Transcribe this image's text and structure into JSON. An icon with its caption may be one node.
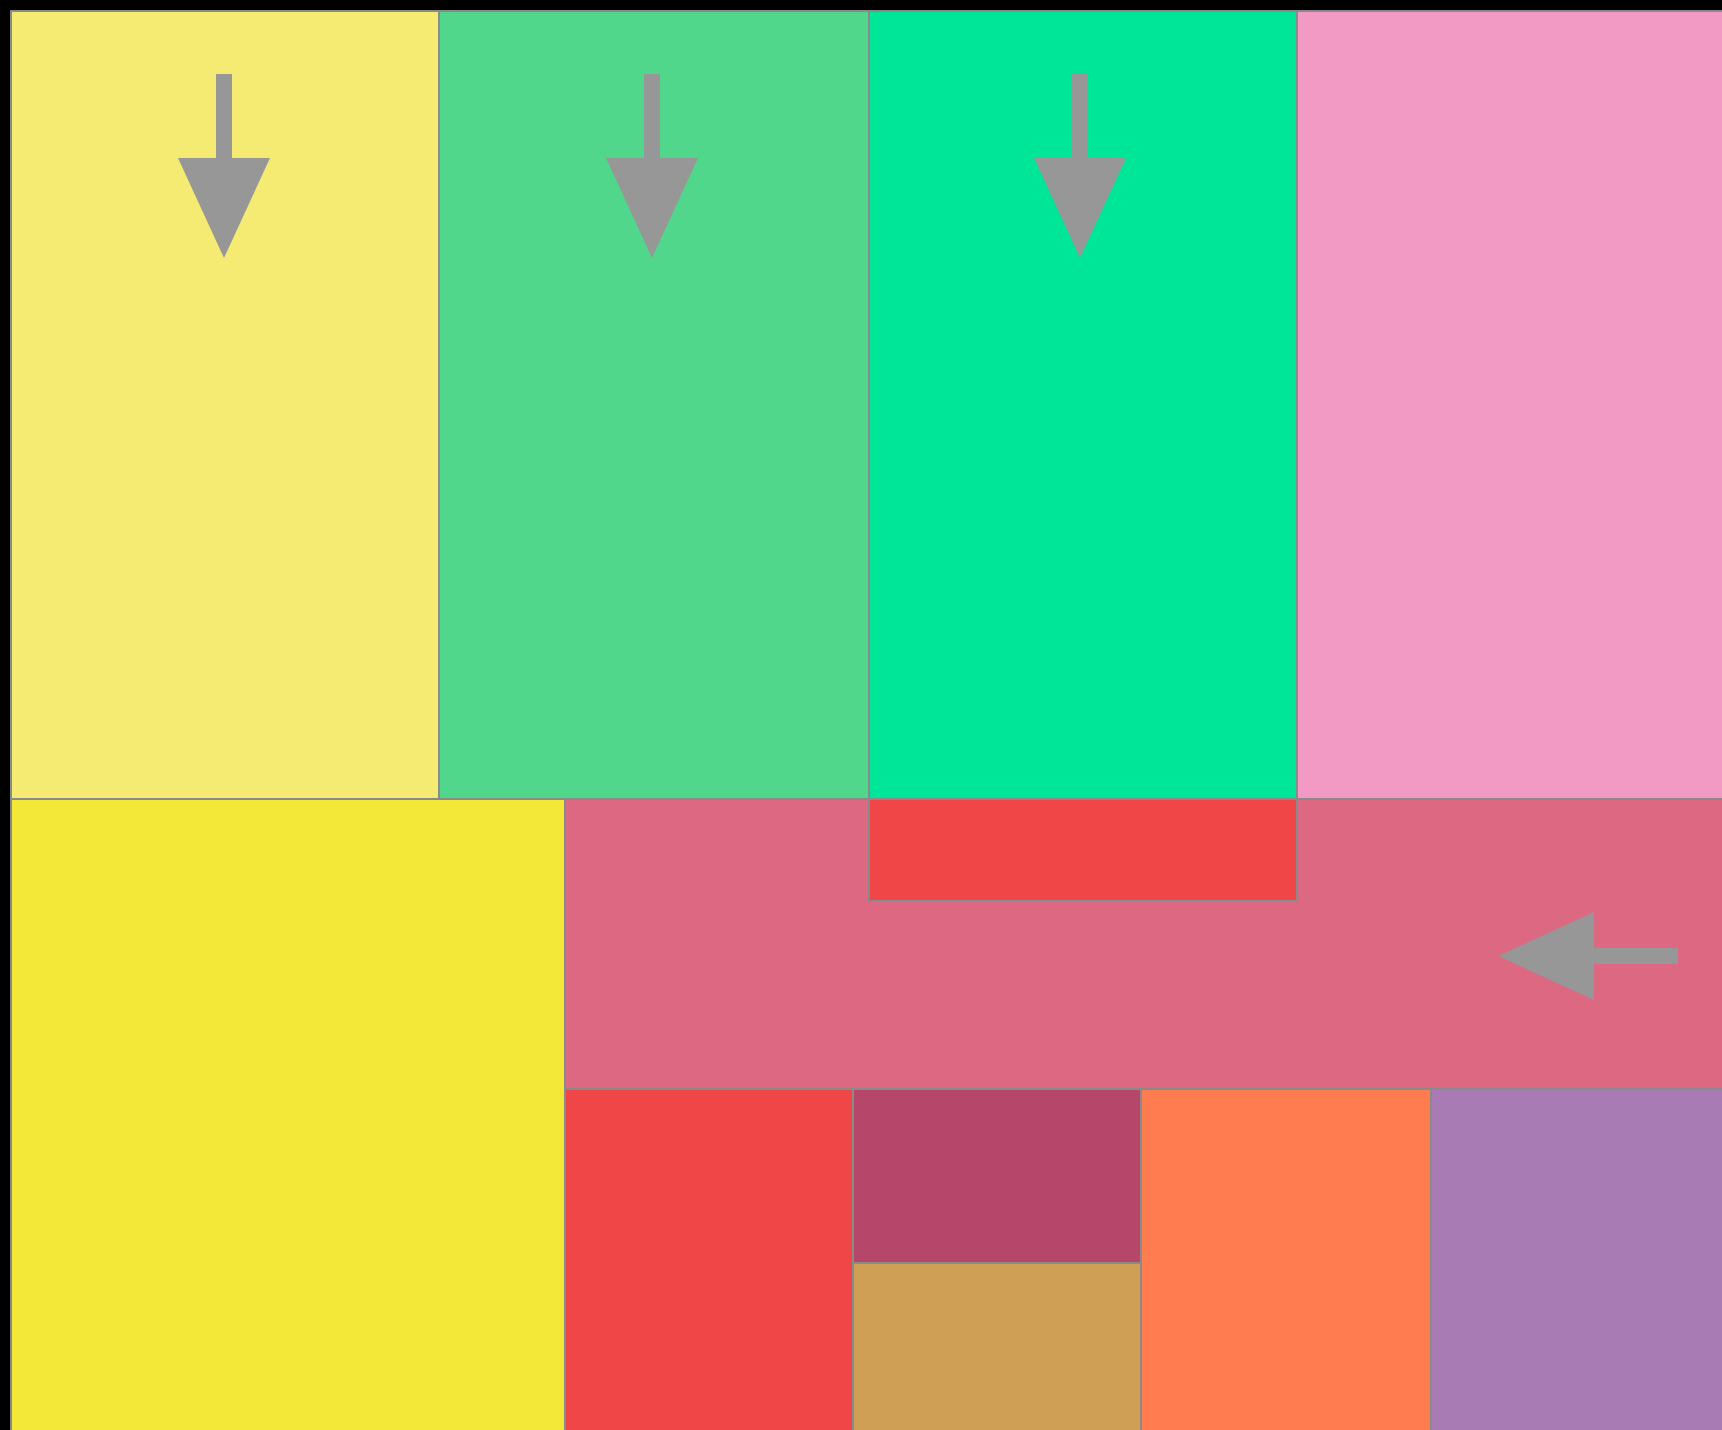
{
  "diagram": {
    "nodes": [
      {
        "text": [],
        "shape": "box"
      },
      {
        "text": [],
        "shape": "box"
      },
      {
        "text": [],
        "shape": "box"
      },
      {
        "text": [],
        "shape": "box"
      },
      {
        "text": [],
        "shape": "box",
        "in": 6
      },
      {
        "text": [],
        "shape": "box"
      },
      {
        "text": [],
        "shape": "box"
      },
      {
        "text": [],
        "shape": "box"
      },
      {
        "text": [],
        "shape": "box"
      },
      {
        "text": [],
        "shape": "box"
      },
      {
        "text": [],
        "shape": "box"
      },
      {
        "text": [],
        "shape": "box"
      }
    ]
  }
}
